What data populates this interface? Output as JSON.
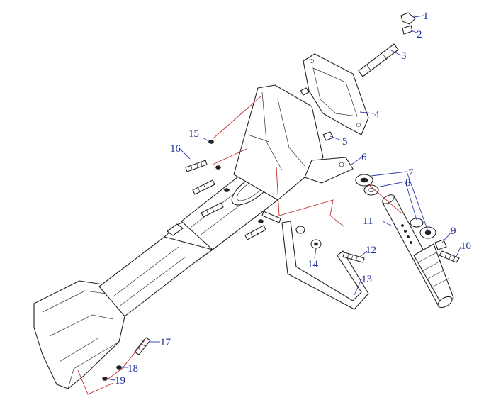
{
  "diagram": {
    "callouts": [
      {
        "id": "1",
        "label": "1"
      },
      {
        "id": "2",
        "label": "2"
      },
      {
        "id": "3",
        "label": "3"
      },
      {
        "id": "4",
        "label": "4"
      },
      {
        "id": "5",
        "label": "5"
      },
      {
        "id": "6",
        "label": "6"
      },
      {
        "id": "7",
        "label": "7"
      },
      {
        "id": "8",
        "label": "8"
      },
      {
        "id": "9",
        "label": "9"
      },
      {
        "id": "10",
        "label": "10"
      },
      {
        "id": "11",
        "label": "11"
      },
      {
        "id": "12",
        "label": "12"
      },
      {
        "id": "13",
        "label": "13"
      },
      {
        "id": "14",
        "label": "14"
      },
      {
        "id": "15",
        "label": "15"
      },
      {
        "id": "16",
        "label": "16"
      },
      {
        "id": "17",
        "label": "17"
      },
      {
        "id": "18",
        "label": "18"
      },
      {
        "id": "19",
        "label": "19"
      }
    ],
    "colors": {
      "callout_text": "#1a2a9c",
      "leader_line": "#2b3bb0",
      "assembly_path": "#c03030",
      "linework": "#222222"
    }
  }
}
